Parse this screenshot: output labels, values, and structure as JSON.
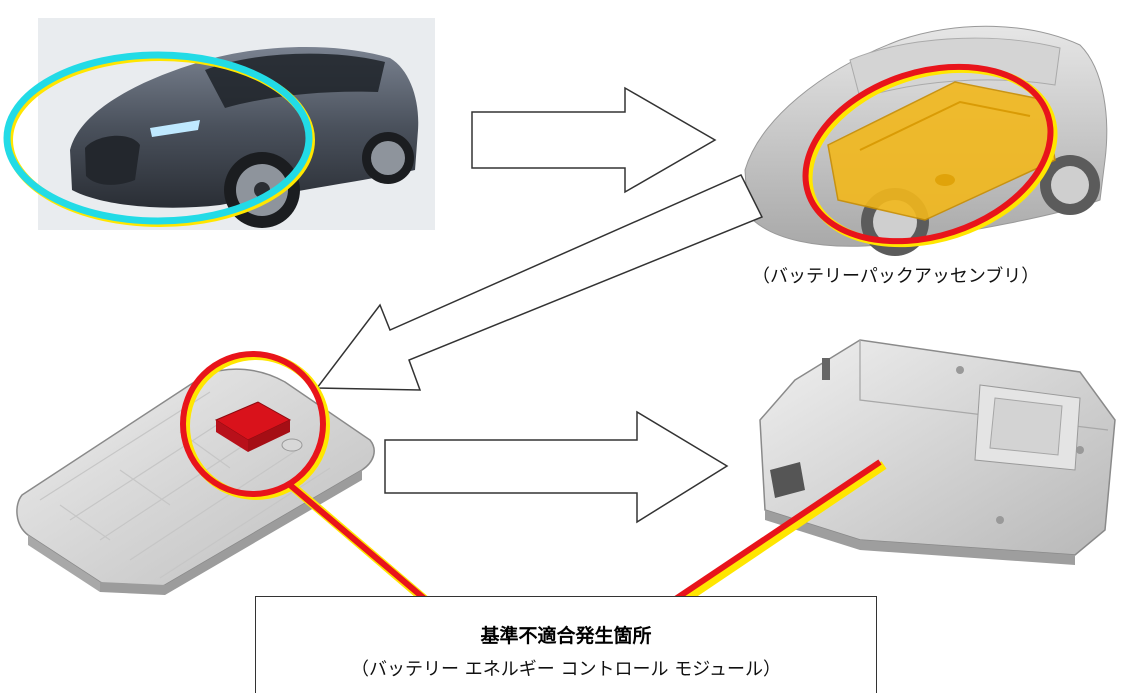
{
  "pack_caption": "（バッテリーパックアッセンブリ）",
  "callout": {
    "title": "基準不適合発生箇所",
    "subtitle": "（バッテリー エネルギー コントロール モジュール）"
  },
  "colors": {
    "highlight_red": "#e8141b",
    "highlight_yellow": "#ffe600",
    "highlight_cyan": "#22dbe6",
    "battery_fill": "#f2b81c",
    "module_red": "#d9121b"
  }
}
